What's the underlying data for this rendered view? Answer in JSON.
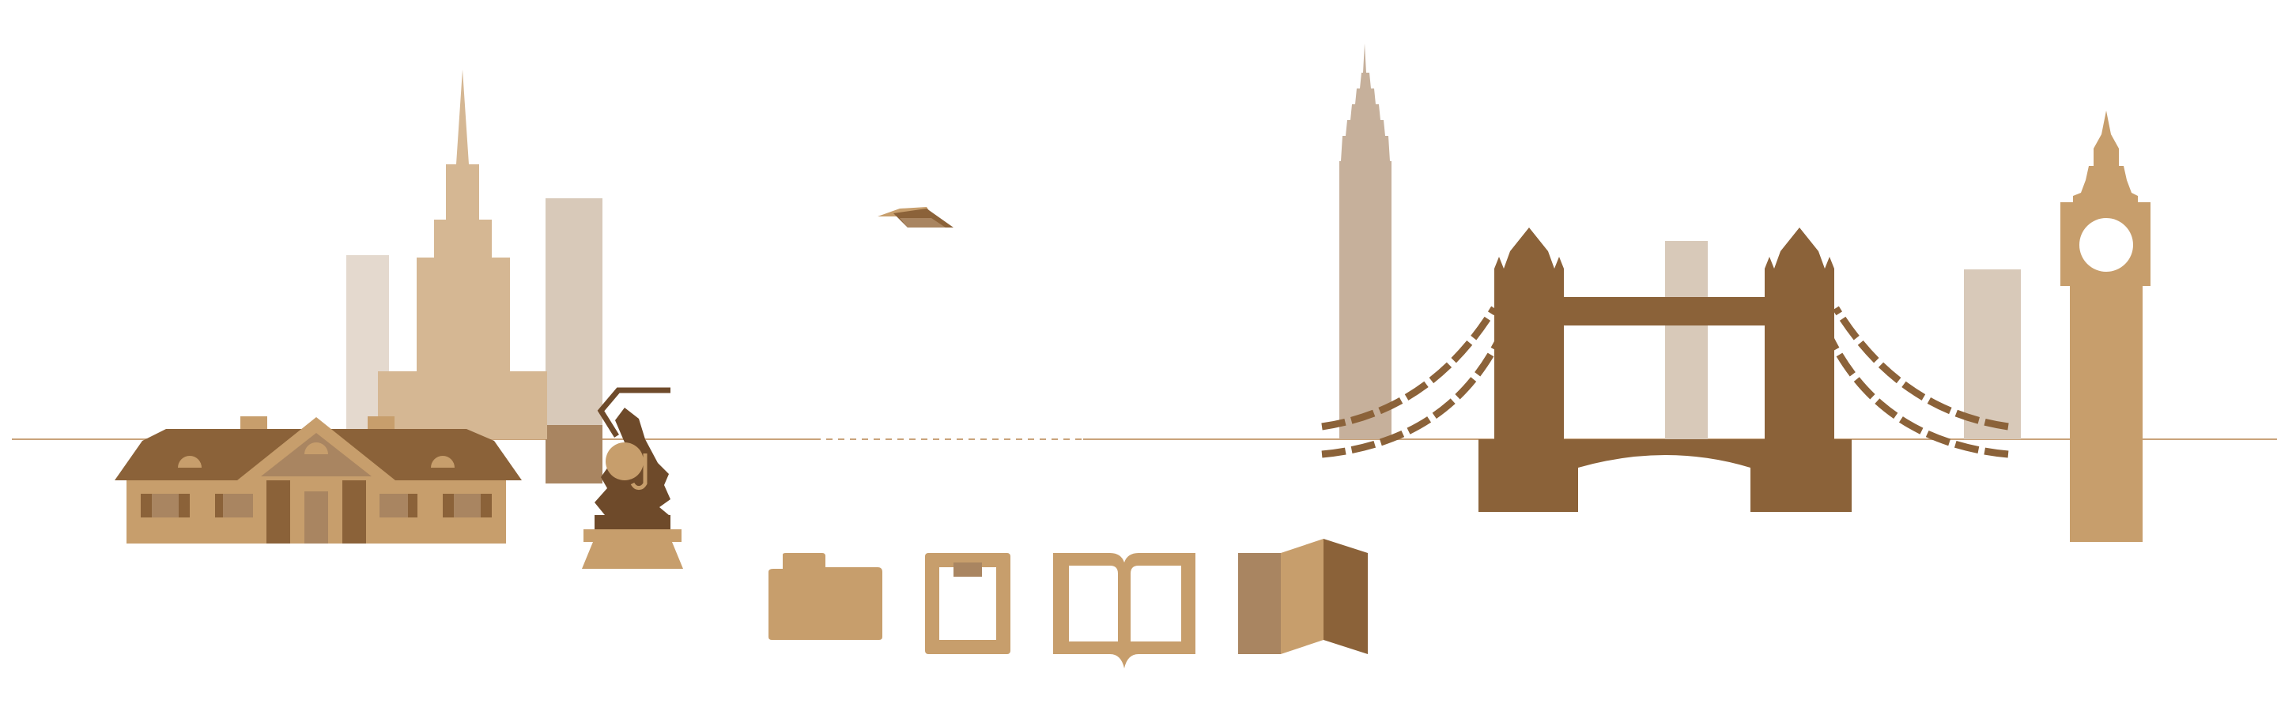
{
  "palette": {
    "dark_brown": "#8b6239",
    "deep_brown": "#6e4a2a",
    "mid_brown": "#a98561",
    "tan": "#c79e6c",
    "light_tan": "#d5b793",
    "taupe": "#c6b09b",
    "pale_taupe": "#d8c9b9",
    "very_pale": "#e4d9ce",
    "ground_line": "#c9a37a"
  },
  "illustration": {
    "left_cluster": [
      "warsaw-palace-of-culture",
      "highrise-tower",
      "manor-house",
      "mermaid-statue"
    ],
    "right_cluster": [
      "empire-state-building",
      "tower-bridge",
      "big-ben"
    ],
    "icons": [
      "folder-icon",
      "photo-frame-icon",
      "open-book-icon",
      "folded-map-icon"
    ],
    "decor": [
      "paper-plane-icon",
      "dashed-route-line"
    ]
  }
}
